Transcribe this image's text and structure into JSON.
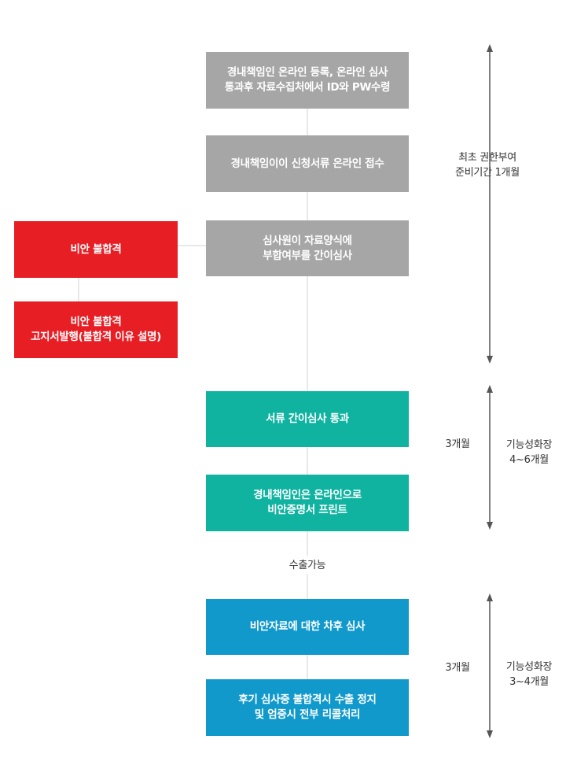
{
  "steps": {
    "s1": "경내책임인 온라인 등록, 온라인 심사\n통과후 자료수집처에서 ID와 PW수령",
    "s2": "경내책임이이 신청서류 온라인 접수",
    "s3": "심사원이 자료양식에\n부합여부를 간이심사",
    "r1": "비안 불합격",
    "r2": "비안 불합격\n고지서발행(불합격 이유 설명)",
    "t1": "서류 간이심사 통과",
    "t2": "경내책임인은 온라인으로\n비안증명서 프린트",
    "b1": "비안자료에 대한 차후 심사",
    "b2": "후기 심사중 불합격시 수출 정지\n및 엄중시 전부 리콜처리"
  },
  "labels": {
    "export": "수출가능",
    "phase1": "최초 권한부여\n준비기간 1개월",
    "phase2_short": "3개월",
    "phase2_long": "기능성화장\n4~6개월",
    "phase3_short": "3개월",
    "phase3_long": "기능성화장\n3~4개월"
  },
  "colors": {
    "gray": "#a6a6a6",
    "red": "#e81e25",
    "teal": "#0fb3a0",
    "blue": "#1199cc",
    "connector": "#d0d0d0",
    "arrow": "#555555"
  }
}
